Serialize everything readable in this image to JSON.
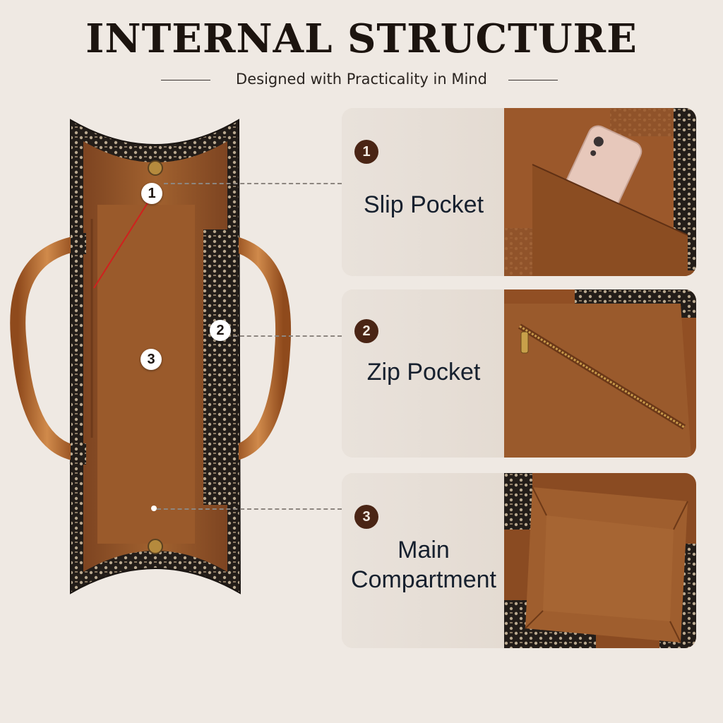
{
  "header": {
    "title": "INTERNAL STRUCTURE",
    "subtitle": "Designed with Practicality in Mind"
  },
  "callouts": [
    {
      "number": "1"
    },
    {
      "number": "2"
    },
    {
      "number": "3"
    }
  ],
  "features": [
    {
      "number": "1",
      "label": "Slip Pocket",
      "photo": "slip-pocket-with-phone"
    },
    {
      "number": "2",
      "label": "Zip Pocket",
      "photo": "zip-pocket-detail"
    },
    {
      "number": "3",
      "label": "Main Compartment",
      "photo": "main-compartment-view"
    }
  ],
  "colors": {
    "background": "#efe9e3",
    "badge": "#4a2515",
    "leather": "#b86a30",
    "lining": "#9c5a2c",
    "jacquard_dark": "#1f1b18",
    "jacquard_light": "#b9a88f"
  }
}
